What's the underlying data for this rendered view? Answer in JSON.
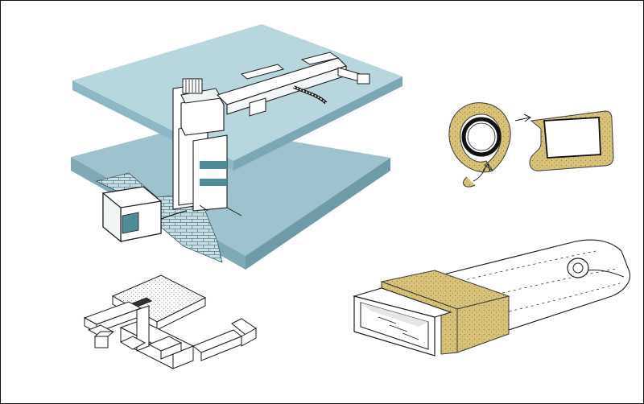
{
  "colors": {
    "background": "#ffffff",
    "frame": "#111111",
    "slab_top": "#b7d6de",
    "slab_side": "#8cb7c4",
    "slab_lower": "#9ec3cf",
    "equipment": "#ffffff",
    "brick": "#c9dfe5",
    "insulation": "#d8c27a",
    "insulation_dark": "#b89a45",
    "line": "#1b1b1b"
  },
  "illustrations": [
    {
      "name": "building-hvac-installation",
      "icon": "building-cutaway-icon"
    },
    {
      "name": "flexible-duct-insulation-wrap",
      "icon": "insulation-wrap-icon"
    },
    {
      "name": "ductwork-line-drawing",
      "icon": "ductwork-icon"
    },
    {
      "name": "insulated-rectangular-duct",
      "icon": "insulated-duct-icon"
    }
  ]
}
